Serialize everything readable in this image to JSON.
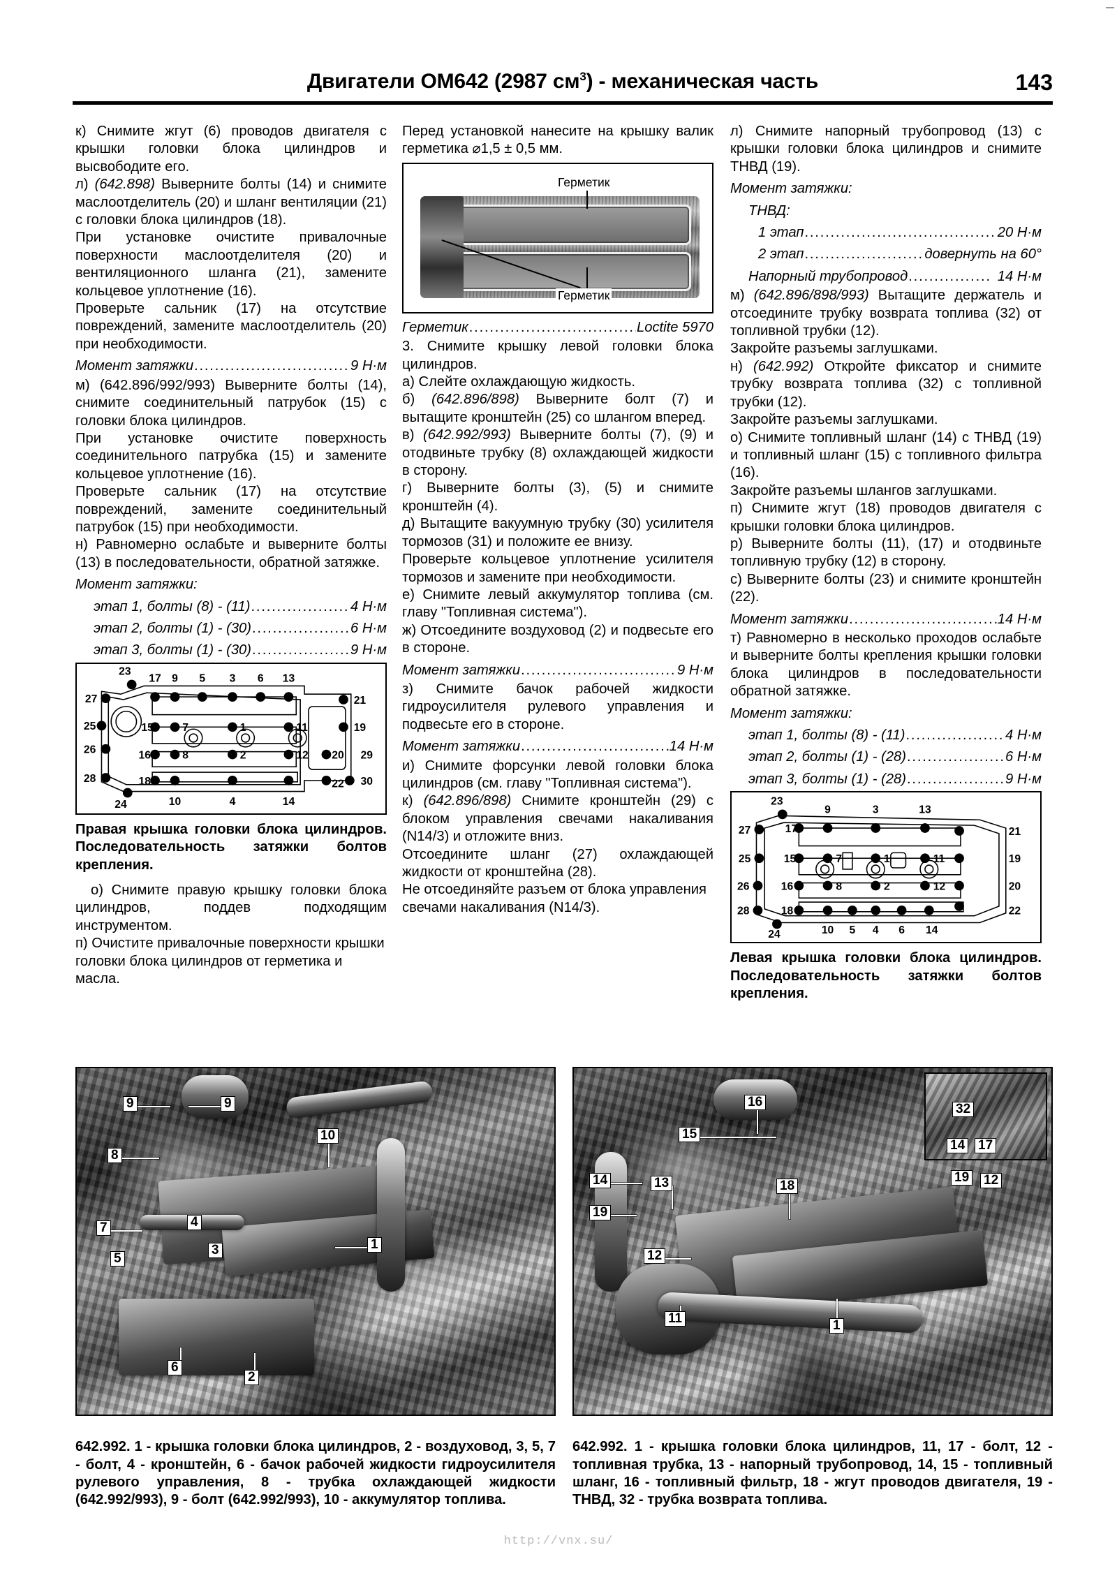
{
  "header": {
    "title_main": "Двигатели OM642 (2987 см",
    "title_sup": "3",
    "title_tail": ") - механическая часть",
    "page_number": "143"
  },
  "left_column": {
    "p1": "к) Снимите жгут (6) проводов двигателя с крышки головки блока цилиндров и высвободите его.",
    "p2_prefix": "л) ",
    "p2_italic": "(642.898)",
    "p2": " Выверните болты (14) и снимите маслоотделитель (20) и шланг вентиляции (21) с головки блока цилиндров (18).",
    "p3": "При установке очистите привалочные поверхности маслоотделителя (20) и вентиляционного шланга (21), замените кольцевое уплотнение (16).",
    "p4": "Проверьте сальник (17) на отсутствие повреждений, замените маслоотделитель (20) при необходимости.",
    "torque1_label": "Момент затяжки",
    "torque1_value": "9 Н·м",
    "p5": "м) (642.896/992/993) Выверните болты (14), снимите соединительный патрубок (15) с головки блока цилиндров.",
    "p6": "При установке очистите поверхность соединительного патрубка (15) и замените кольцевое уплотнение (16).",
    "p7": "Проверьте сальник (17) на отсутствие повреждений, замените соединительный патрубок (15) при необходимости.",
    "p8": "н) Равномерно ослабьте и выверните болты (13) в последовательности, обратной затяжке.",
    "torque2_label": "Момент затяжки:",
    "torque2_rows": [
      {
        "label": "этап 1, болты (8) - (11)",
        "value": "4 Н·м"
      },
      {
        "label": "этап 2, болты (1) - (30)",
        "value": "6 Н·м"
      },
      {
        "label": "этап 3, болты (1) - (30)",
        "value": "9 Н·м"
      }
    ],
    "fig_caption": "Правая крышка головки блока цилиндров. Последовательность затяжки болтов крепления.",
    "p9": "о) Снимите правую крышку головки блока цилиндров, поддев подходящим инструментом.",
    "p10": "п) Очистите привалочные поверхности крышки головки блока цилиндров от герметика и масла."
  },
  "mid_column": {
    "p1": "Перед установкой нанесите на крышку валик герметика ⌀1,5 ± 0,5 мм.",
    "fig_label_top": "Герметик",
    "fig_label_bottom": "Герметик",
    "sealant_label": "Герметик",
    "sealant_value": "Loctite 5970",
    "p2": "3. Снимите крышку левой головки блока цилиндров.",
    "p3": "а) Слейте охлаждающую жидкость.",
    "p4_prefix": "б) ",
    "p4_italic": "(642.896/898)",
    "p4": " Выверните болт (7) и вытащите кронштейн (25) со шлангом вперед.",
    "p5_prefix": "в) ",
    "p5_italic": "(642.992/993)",
    "p5": " Выверните болты (7), (9) и отодвиньте трубку (8) охлаждающей жидкости в сторону.",
    "p6": "г) Выверните болты (3), (5) и снимите кронштейн (4).",
    "p7": "д) Вытащите вакуумную трубку (30) усилителя тормозов (31) и положите ее внизу.",
    "p8": "Проверьте кольцевое уплотнение усилителя тормозов и замените при необходимости.",
    "p9": "е) Снимите левый аккумулятор топлива (см. главу \"Топливная система\").",
    "p10": "ж) Отсоедините воздуховод (2) и подвесьте его в стороне.",
    "torque1_label": "Момент затяжки",
    "torque1_value": "9 Н·м",
    "p11": "з) Снимите бачок рабочей жидкости гидроусилителя рулевого управления и подвесьте его в стороне.",
    "torque2_label": "Момент затяжки",
    "torque2_value": "14 Н·м",
    "p12": "и) Снимите форсунки левой головки блока цилиндров (см. главу \"Топливная система\").",
    "p13_prefix": "к) ",
    "p13_italic": "(642.896/898)",
    "p13": " Снимите кронштейн (29) с блоком управления свечами накаливания (N14/3) и отложите вниз.",
    "p14": "Отсоедините шланг (27) охлаждающей жидкости от кронштейна (28).",
    "p15": "Не отсоединяйте разъем от блока управления свечами накаливания (N14/3)."
  },
  "right_column": {
    "p1": "л) Снимите напорный трубопровод (13) с крышки головки блока цилиндров и снимите ТНВД (19).",
    "torque1_label": "Момент затяжки:",
    "torque1_sub": "ТНВД:",
    "torque1_rows": [
      {
        "label": "1 этап",
        "value": "20 Н·м"
      },
      {
        "label": "2 этап",
        "value": "довернуть на 60°"
      }
    ],
    "torque1_extra": {
      "label": "Напорный трубопровод",
      "value": "14 Н·м"
    },
    "p2_prefix": "м) ",
    "p2_italic": "(642.896/898/993)",
    "p2": " Вытащите держатель и отсоедините трубку возврата топлива (32) от топливной трубки (12).",
    "p3": "Закройте разъемы заглушками.",
    "p4_prefix": "н) ",
    "p4_italic": "(642.992)",
    "p4": " Откройте фиксатор и снимите трубку возврата топлива (32) с топливной трубки (12).",
    "p5": "Закройте разъемы заглушками.",
    "p6": "о) Снимите топливный шланг (14) с ТНВД (19) и топливный шланг (15) с топливного фильтра (16).",
    "p7": "Закройте разъемы шлангов заглушками.",
    "p8": "п) Снимите жгут (18) проводов двигателя с крышки головки блока цилиндров.",
    "p9": "р) Выверните болты (11), (17) и отодвиньте топливную трубку (12) в сторону.",
    "p10": "с) Выверните болты (23) и снимите кронштейн (22).",
    "torque2_label": "Момент затяжки",
    "torque2_value": "14 Н·м",
    "p11": "т) Равномерно в несколько проходов ослабьте и выверните болты крепления крышки головки блока цилиндров в последовательности обратной затяжке.",
    "torque3_label": "Момент затяжки:",
    "torque3_rows": [
      {
        "label": "этап 1, болты (8) - (11)",
        "value": "4 Н·м"
      },
      {
        "label": "этап 2, болты (1) - (28)",
        "value": "6 Н·м"
      },
      {
        "label": "этап 3, болты (1) - (28)",
        "value": "9 Н·м"
      }
    ],
    "fig_caption": "Левая крышка головки блока цилиндров. Последовательность затяжки болтов крепления."
  },
  "fig_right_head": {
    "title": "Правая крышка головки блока цилиндров",
    "top_row": [
      "17",
      "9",
      "5",
      "3",
      "6",
      "13"
    ],
    "row2": [
      "15",
      "7",
      "1",
      "11"
    ],
    "row3": [
      "16",
      "8",
      "2",
      "12",
      "20"
    ],
    "bottom_row": [
      "10",
      "4",
      "14"
    ],
    "left_side": [
      "27",
      "25",
      "26",
      "28"
    ],
    "right_side": [
      "21",
      "19",
      "29",
      "30"
    ],
    "corners": [
      "23",
      "24",
      "18",
      "22"
    ]
  },
  "fig_left_head": {
    "title": "Левая крышка головки блока цилиндров",
    "top_row": [
      "9",
      "3",
      "13"
    ],
    "row_mid": [
      "17",
      "15",
      "7",
      "1",
      "11"
    ],
    "row3": [
      "16",
      "8",
      "2",
      "12"
    ],
    "bottom_row": [
      "10",
      "5",
      "4",
      "6",
      "14"
    ],
    "left_side": [
      "27",
      "25",
      "26",
      "28"
    ],
    "right_side": [
      "21",
      "19",
      "20",
      "22"
    ],
    "corners": [
      "23",
      "24",
      "18"
    ]
  },
  "photos": {
    "left": {
      "callouts": [
        "9",
        "9",
        "8",
        "7",
        "5",
        "4",
        "3",
        "10",
        "1",
        "6",
        "2"
      ],
      "caption": "642.992. 1 - крышка головки блока цилиндров, 2 - воздуховод, 3, 5, 7 - болт, 4 - кронштейн, 6 - бачок рабочей жидкости гидроусилителя рулевого управления, 8 - трубка охлаждающей жидкости (642.992/993), 9 - болт (642.992/993), 10 - аккумулятор топлива."
    },
    "right": {
      "callouts": [
        "15",
        "16",
        "32",
        "14",
        "17",
        "19",
        "12",
        "14",
        "13",
        "18",
        "19",
        "12",
        "11",
        "1"
      ],
      "caption": "642.992. 1 - крышка головки блока цилиндров, 11, 17 - болт, 12 - топливная трубка, 13 - напорный трубопровод, 14, 15 - топливный шланг, 16 - топливный фильтр, 18 - жгут проводов двигателя, 19 - ТНВД, 32 - трубка возврата топлива."
    }
  },
  "footer": {
    "url": "http://vnx.su/"
  }
}
